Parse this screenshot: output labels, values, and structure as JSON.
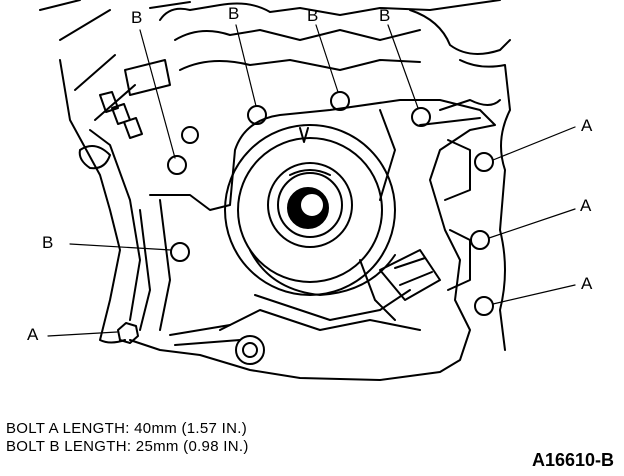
{
  "callouts": {
    "b_label": "B",
    "a_label": "A"
  },
  "captions": {
    "line1": "BOLT A LENGTH: 40mm (1.57 IN.)",
    "line2": "BOLT B LENGTH: 25mm (0.98 IN.)"
  },
  "figure_id": "A16610-B"
}
